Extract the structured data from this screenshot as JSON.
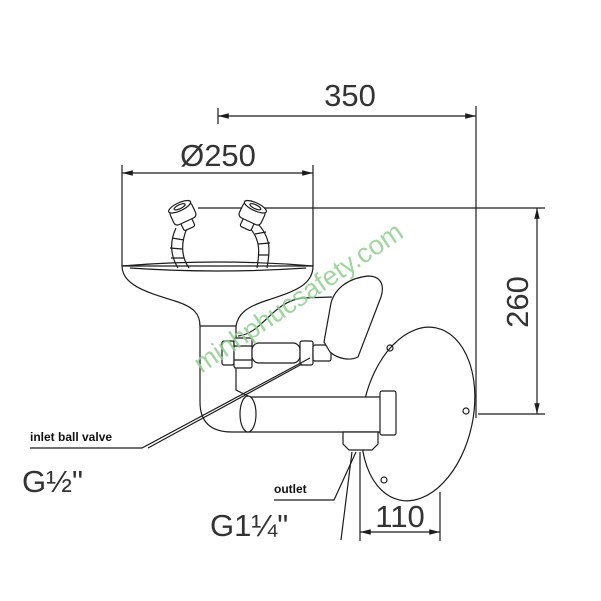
{
  "dimensions": {
    "overall_width": "350",
    "bowl_diameter": "Ø250",
    "height": "260",
    "plate_depth": "110"
  },
  "labels": {
    "inlet": "inlet ball valve",
    "inlet_thread": "G½\"",
    "outlet": "outlet",
    "outlet_thread": "G1¼\""
  },
  "watermark": "minhphucsafety.com",
  "colors": {
    "line": "#1c1c1c",
    "watermark": "#8fd08f"
  }
}
